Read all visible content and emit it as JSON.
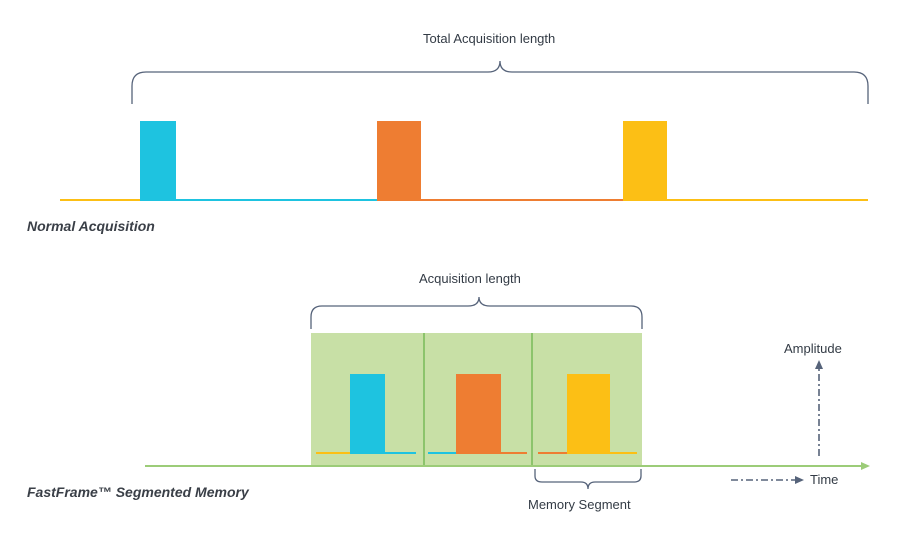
{
  "labels": {
    "total_acquisition_length": "Total Acquisition length",
    "normal_acquisition": "Normal Acquisition",
    "acquisition_length": "Acquisition length",
    "fastframe": "FastFrame™ Segmented Memory",
    "memory_segment": "Memory Segment",
    "amplitude": "Amplitude",
    "time": "Time"
  },
  "colors": {
    "cyan": "#1ec3e0",
    "orange": "#ee7d32",
    "yellow": "#fcbf15",
    "bracket": "#56637a",
    "segment_fill": "#c8e0a6",
    "segment_divider": "#8cc46c",
    "time_axis": "#9ccc78",
    "legend_arrow": "#56637a"
  }
}
